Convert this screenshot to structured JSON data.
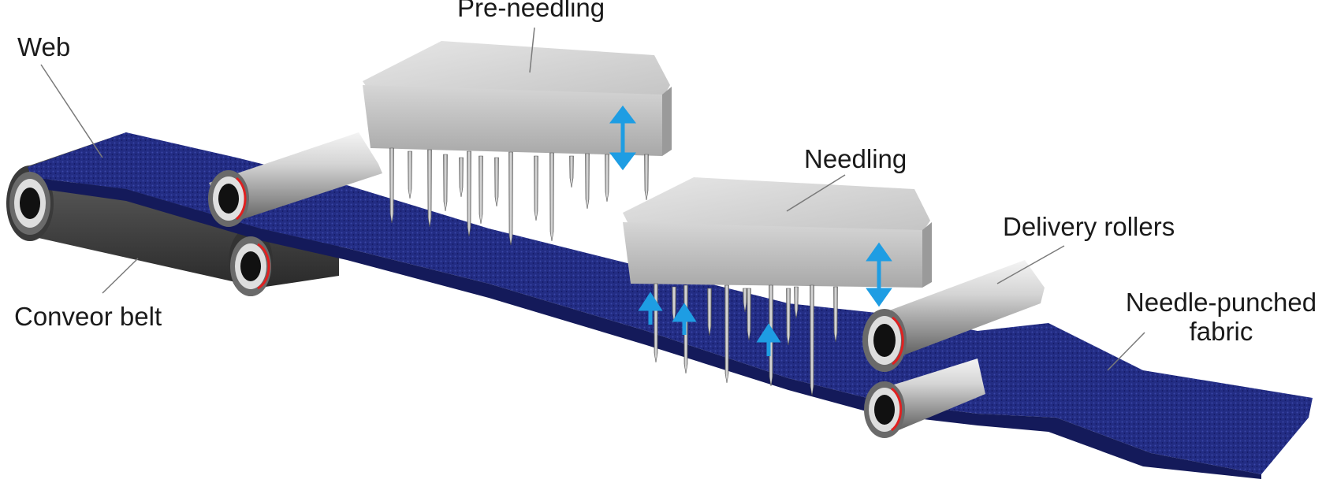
{
  "labels": {
    "web": "Web",
    "conveyor_belt": "Conveor belt",
    "pre_needling": "Pre-needling",
    "needling": "Needling",
    "delivery_rollers": "Delivery rollers",
    "fabric_line1": "Needle-punched",
    "fabric_line2": "fabric"
  },
  "colors": {
    "fabric": "#232d84",
    "fabric_dark": "#141a5a",
    "belt": "#3c3c3c",
    "roller": "#b8b8b8",
    "needle_board": "#cfcfcf",
    "motion_arrow": "#1e9de3",
    "rotation_mark": "#e02020"
  },
  "icons": [
    "double-arrow-icon",
    "up-arrow-icon",
    "rotation-mark-icon"
  ]
}
